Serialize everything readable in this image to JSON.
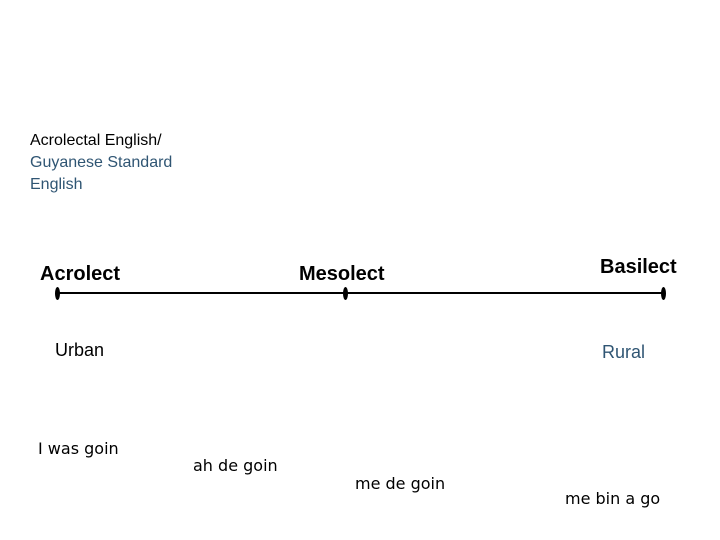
{
  "slide": {
    "background": "#ffffff",
    "colors": {
      "text_black": "#000000",
      "accent_blue": "#2F5573"
    },
    "header": {
      "line1": "Acrolectal English/",
      "line2": "Guyanese Standard",
      "line3": "English"
    },
    "continuum": {
      "labels": {
        "left": "Acrolect",
        "middle": "Mesolect",
        "right": "Basilect"
      },
      "markers": [
        "left-endpoint",
        "middle-point",
        "right-endpoint"
      ]
    },
    "regions": {
      "urban": "Urban",
      "rural": "Rural"
    },
    "examples": {
      "e1": "I was goin",
      "e2": "ah de goin",
      "e3": "me de goin",
      "e4": "me bin a go"
    }
  }
}
